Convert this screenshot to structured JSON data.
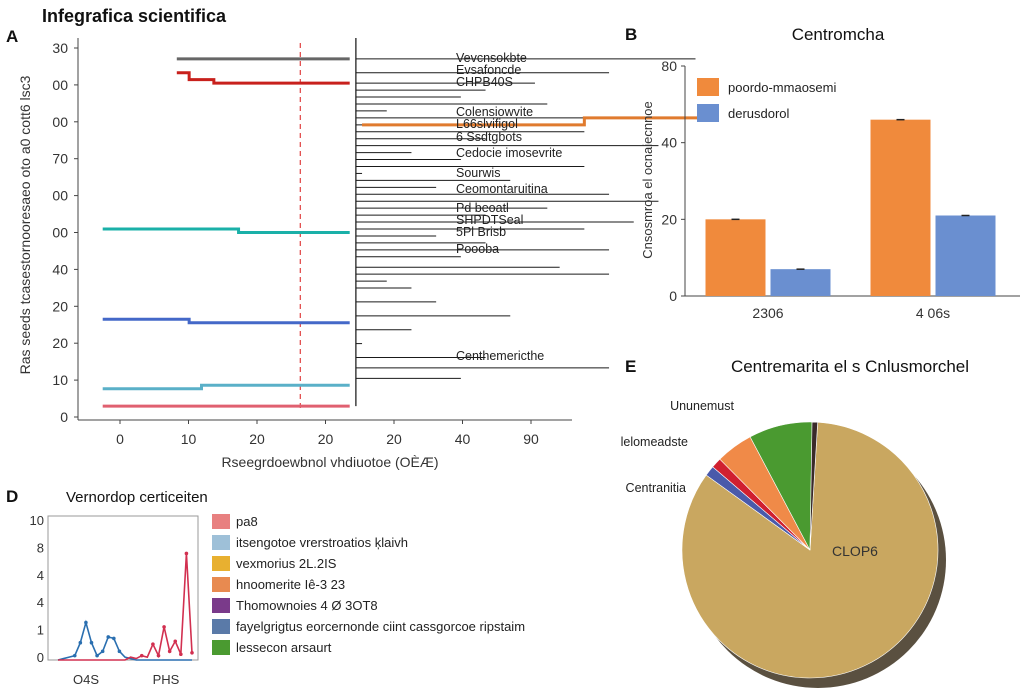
{
  "figure": {
    "title": "Infegrafica scientifica"
  },
  "panels": {
    "A": {
      "letter": "A",
      "ylabel": "Ras seeds tcasestornooresaeo oto a0 cott6 lsc3",
      "xlabel": "Rseegrdoewbnol vhdiuotoe (OÈÆ)"
    },
    "B": {
      "letter": "B",
      "title": "Centromcha",
      "ylabel": "Cnsosmroa el ocnaiecnnoe"
    },
    "D": {
      "letter": "D",
      "title": "Vernordop certiceiten"
    },
    "E": {
      "letter": "E",
      "title": "Centremarita el s Cnlusmorchel"
    }
  },
  "chart_data": [
    {
      "panel": "A",
      "type": "line",
      "title": "",
      "xlabel": "Rseegrdoewbnol vhdiuotoe (OÈÆ)",
      "ylabel": "Ras seeds tcasestornooresaeo oto a0 cott6 lsc3",
      "x_ticks": [
        "0",
        "10",
        "20",
        "20",
        "20",
        "40",
        "90"
      ],
      "y_ticks": [
        "30",
        "00",
        "00",
        "70",
        "00",
        "00",
        "40",
        "20",
        "20",
        "10",
        "0"
      ],
      "xlim": [
        -3,
        37
      ],
      "ylim": [
        0,
        110
      ],
      "reference_line_x": 15,
      "leaf_labels": [
        "Vevcnsokbte",
        "Evsafoncde",
        "CHPB40S",
        "Colensiowvite",
        "L66slvifigol",
        "6 Ssdtgbots",
        "Cedocie imosevrite",
        "Sourwis",
        "Ceomontaruitina",
        "Pd beoatl",
        "SHPDTSeal",
        "5Pl Brisb",
        "Poooba",
        "Centhemericthe"
      ],
      "series": [
        {
          "name": "red",
          "color": "#c8201c",
          "points": [
            [
              5,
              100
            ],
            [
              6,
              100
            ],
            [
              6,
              98
            ],
            [
              8,
              98
            ],
            [
              8,
              97
            ],
            [
              19,
              97
            ]
          ]
        },
        {
          "name": "orange",
          "color": "#e07b2e",
          "points": [
            [
              20,
              85
            ],
            [
              38,
              85
            ],
            [
              38,
              87
            ],
            [
              48,
              87
            ]
          ]
        },
        {
          "name": "teal",
          "color": "#1ab0a8",
          "points": [
            [
              -1,
              55
            ],
            [
              10,
              55
            ],
            [
              10,
              54
            ],
            [
              19,
              54
            ]
          ]
        },
        {
          "name": "blue",
          "color": "#4468c8",
          "points": [
            [
              -1,
              29
            ],
            [
              6,
              29
            ],
            [
              6,
              28
            ],
            [
              19,
              28
            ]
          ]
        },
        {
          "name": "lightblue",
          "color": "#5ab0c8",
          "points": [
            [
              -1,
              9
            ],
            [
              7,
              9
            ],
            [
              7,
              10
            ],
            [
              19,
              10
            ]
          ]
        },
        {
          "name": "pink",
          "color": "#e06070",
          "points": [
            [
              -1,
              4
            ],
            [
              19,
              4
            ]
          ]
        },
        {
          "name": "gray",
          "color": "#666666",
          "points": [
            [
              5,
              104
            ],
            [
              19,
              104
            ]
          ]
        }
      ]
    },
    {
      "panel": "B",
      "type": "bar",
      "title": "Centromcha",
      "ylabel": "Cnsosmroa el ocnaiecnnoe",
      "categories": [
        "2306",
        "4 06s"
      ],
      "y_ticks": [
        "0",
        "20",
        "40",
        "80"
      ],
      "ylim": [
        0,
        60
      ],
      "legend_position": "top-left",
      "series": [
        {
          "name": "poordo-mmaosemi",
          "color": "#f08a3c",
          "values": [
            20,
            46
          ]
        },
        {
          "name": "derusdorol",
          "color": "#6a8fd0",
          "values": [
            7,
            21
          ]
        }
      ]
    },
    {
      "panel": "D",
      "type": "line",
      "title": "Vernordop certiceiten",
      "categories": [
        "O4S",
        "PHS"
      ],
      "y_ticks": [
        "10",
        "8",
        "4",
        "4",
        "1",
        "0"
      ],
      "ylim": [
        0,
        10
      ],
      "legend_position": "right",
      "legend": [
        {
          "name": "pa8",
          "color": "#e88080"
        },
        {
          "name": "itsengotoe vrerstroatios ķlaivh",
          "color": "#9ec0d8"
        },
        {
          "name": "vexmorius 2L.2IS",
          "color": "#e8b030"
        },
        {
          "name": "hnoomerite Iê-3 23",
          "color": "#e88a50"
        },
        {
          "name": "Thomownoies 4 Ø 3OT8",
          "color": "#7a3a8a"
        },
        {
          "name": "fayelgrigtus eorcernonde ciint cassgorcoe ripstaim",
          "color": "#5a7aa8"
        },
        {
          "name": "lessecon arsaurt",
          "color": "#4a9a30"
        }
      ],
      "series": [
        {
          "name": "blue",
          "color": "#2a6fb0",
          "x": [
            0,
            1,
            2,
            3,
            4,
            5,
            6,
            7,
            8,
            9,
            10,
            11,
            12,
            13,
            14,
            15,
            16,
            17,
            18,
            19,
            20,
            21,
            22,
            23,
            24
          ],
          "values": [
            0,
            0.1,
            0.2,
            0.3,
            1.2,
            2.6,
            1.2,
            0.3,
            0.6,
            1.6,
            1.5,
            0.6,
            0.2,
            0.1,
            0,
            0,
            0,
            0,
            0,
            0,
            0,
            0,
            0,
            0,
            0
          ]
        },
        {
          "name": "red",
          "color": "#d23050",
          "x": [
            0,
            1,
            2,
            3,
            4,
            5,
            6,
            7,
            8,
            9,
            10,
            11,
            12,
            13,
            14,
            15,
            16,
            17,
            18,
            19,
            20,
            21,
            22,
            23,
            24
          ],
          "values": [
            0,
            0,
            0,
            0,
            0,
            0,
            0,
            0,
            0,
            0,
            0,
            0,
            0,
            0.2,
            0.1,
            0.3,
            0.2,
            1.1,
            0.3,
            2.3,
            0.6,
            1.3,
            0.4,
            7.4,
            0.5
          ]
        }
      ]
    },
    {
      "panel": "E",
      "type": "pie",
      "title": "Centremarita el s Cnlusmorchel",
      "center_label": "CLOP6",
      "slices": [
        {
          "label": "CLOP6",
          "value": 84.0,
          "color": "#c9a760"
        },
        {
          "label": "",
          "value": 1.3,
          "color": "#4a5aaa"
        },
        {
          "label": "Centranitia",
          "value": 1.3,
          "color": "#d02030"
        },
        {
          "label": "lelomeadste",
          "value": 4.7,
          "color": "#f08a48"
        },
        {
          "label": "Ununemust",
          "value": 8.0,
          "color": "#4a9a30"
        },
        {
          "label": "",
          "value": 0.7,
          "color": "#3a2a2a"
        }
      ]
    }
  ]
}
